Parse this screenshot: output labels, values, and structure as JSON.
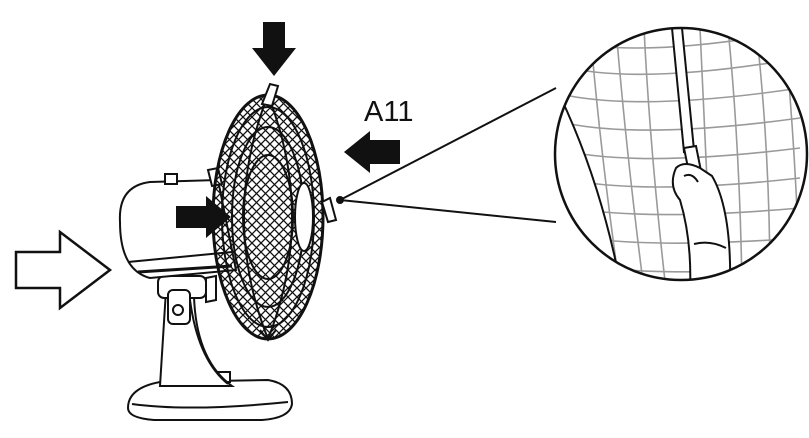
{
  "diagram": {
    "callout_label": "A11",
    "colors": {
      "line": "#111111",
      "detail_grille": "#9a9a9a",
      "background": "#ffffff"
    },
    "arrows": [
      {
        "id": "arrow-top",
        "style": "solid",
        "direction": "down"
      },
      {
        "id": "arrow-right",
        "style": "solid",
        "direction": "left"
      },
      {
        "id": "arrow-hub",
        "style": "solid",
        "direction": "right"
      },
      {
        "id": "arrow-back",
        "style": "outline",
        "direction": "right"
      }
    ],
    "icons": [
      "fan-illustration",
      "magnified-detail",
      "screwdriver-icon",
      "screw-icon",
      "hand-icon"
    ]
  }
}
